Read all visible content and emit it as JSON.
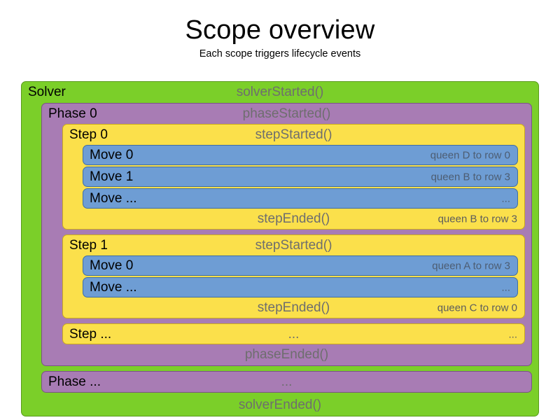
{
  "heading": {
    "title": "Scope overview",
    "subtitle": "Each scope triggers lifecycle events"
  },
  "colors": {
    "solver": "#7bcf29",
    "phase": "#a87cb4",
    "step": "#fbe04b",
    "move": "#6e9dd4",
    "event_text": "#6e6e6e",
    "label_text": "#000000",
    "detail_text": "#5d5d5d"
  },
  "solver": {
    "label": "Solver",
    "started_event": "solverStarted()",
    "ended_event": "solverEnded()",
    "phases": [
      {
        "label": "Phase 0",
        "started_event": "phaseStarted()",
        "ended_event": "phaseEnded()",
        "steps": [
          {
            "label": "Step 0",
            "started_event": "stepStarted()",
            "ended_event": "stepEnded()",
            "ended_detail": "queen B to row 3",
            "moves": [
              {
                "label": "Move 0",
                "detail": "queen D to row 0"
              },
              {
                "label": "Move 1",
                "detail": "queen B to row 3"
              },
              {
                "label": "Move ...",
                "detail": "..."
              }
            ]
          },
          {
            "label": "Step 1",
            "started_event": "stepStarted()",
            "ended_event": "stepEnded()",
            "ended_detail": "queen C to row 0",
            "moves": [
              {
                "label": "Move 0",
                "detail": "queen A to row 3"
              },
              {
                "label": "Move ...",
                "detail": "..."
              }
            ]
          }
        ],
        "step_ellipsis": {
          "label": "Step ...",
          "event": "...",
          "detail": "..."
        }
      }
    ],
    "phase_ellipsis": {
      "label": "Phase ...",
      "event": "...",
      "detail": ""
    }
  }
}
